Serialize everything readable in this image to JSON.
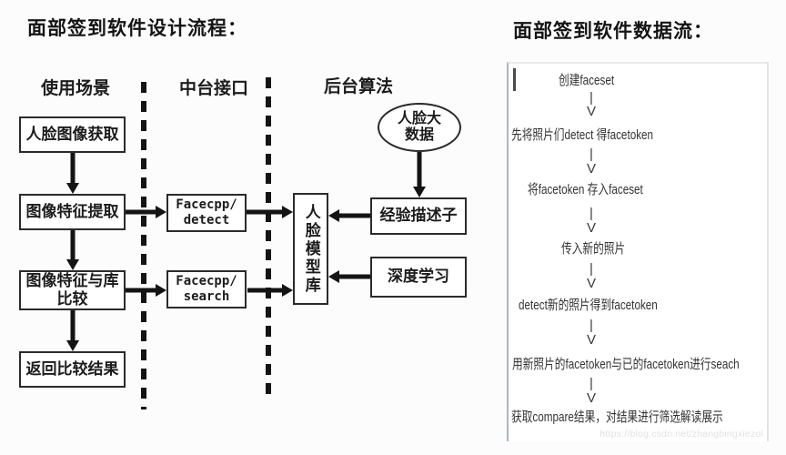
{
  "left_diagram": {
    "title": "面部签到软件设计流程：",
    "columns": [
      {
        "label": "使用场景"
      },
      {
        "label": "中台接口"
      },
      {
        "label": "后台算法"
      }
    ],
    "scene_boxes": [
      {
        "label": "人脸图像获取"
      },
      {
        "label": "图像特征提取"
      },
      {
        "label": "图像特征与库\n比较"
      },
      {
        "label": "返回比较结果"
      }
    ],
    "api_boxes": [
      {
        "label": "Facecpp/\ndetect"
      },
      {
        "label": "Facecpp/\nsearch"
      }
    ],
    "model_box": {
      "label": "人脸模型库"
    },
    "big_data_ellipse": {
      "label": "人脸大\n数据"
    },
    "algo_boxes": [
      {
        "label": "经验描述子"
      },
      {
        "label": "深度学习"
      }
    ]
  },
  "right_panel": {
    "title": "面部签到软件数据流：",
    "steps": [
      "创建faceset",
      "先将照片们detect 得facetoken",
      "将facetoken 存入faceset",
      "传入新的照片",
      "detect新的照片得到facetoken",
      "用新照片的facetoken与已的facetoken进行seach",
      "获取compare结果，对结果进行筛选解读展示"
    ],
    "connector": {
      "bar": "|",
      "v": "V"
    },
    "watermark": "https://blog.csdn.net/zhangbingxiezol"
  },
  "colors": {
    "line": "#141414",
    "panel_left_border": "#adb7be",
    "panel_text": "#333333",
    "watermark": "#e2e2e2"
  }
}
